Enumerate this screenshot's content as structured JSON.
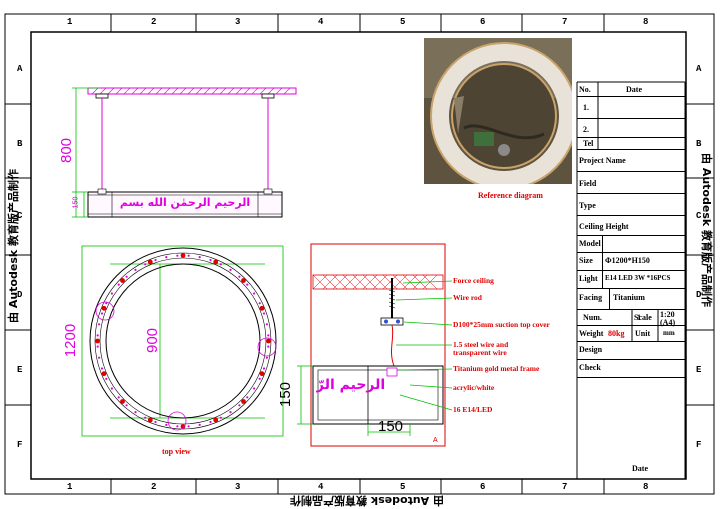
{
  "grid": {
    "columns": [
      "1",
      "2",
      "3",
      "4",
      "5",
      "6",
      "7",
      "8"
    ],
    "rows": [
      "A",
      "B",
      "C",
      "D",
      "E",
      "F"
    ]
  },
  "watermark": {
    "left": "由 Autodesk 教育版产品制作",
    "right": "由 Autodesk 教育版产品制作",
    "bottom": "由 Autodesk 教育版产品制作"
  },
  "elevation": {
    "height_dim": "800",
    "panel_dim": "150",
    "arabic_text": "الرحيم الرحمٰن الله بسم"
  },
  "plan": {
    "outer_dim": "1200",
    "inner_dim": "900",
    "caption": "top view"
  },
  "section": {
    "height_dim": "150",
    "width_dim": "150",
    "corner_label": "A",
    "arabic_text": "الرحيم الرّ",
    "notes": [
      "Force ceiling",
      "Wire rod",
      "D100*25mm suction top cover",
      "1.5 steel wire and\ntransparent wire",
      "Titanium gold metal frame",
      "acrylic/white",
      "16 E14/LED"
    ]
  },
  "reference": {
    "caption": "Reference diagram"
  },
  "title_block": {
    "no_label": "No.",
    "date_label": "Date",
    "row1": "1.",
    "row2": "2.",
    "tel_label": "Tel",
    "project_name": "Project Name",
    "field": "Field",
    "type": "Type",
    "ceiling_height": "Ceiling Height",
    "model": "Model",
    "size_label": "Size",
    "size_value": "Φ1200*H150",
    "light_label": "Light",
    "light_value": "E14 LED 3W *16PCS",
    "facing_label": "Facing",
    "facing_value": "Titanium",
    "num_label": "Num.",
    "num_value": "1",
    "scale_label": "Scale",
    "scale_value": "1:20",
    "scale_sheet": "(A4)",
    "weight_label": "Weight",
    "weight_value": "80kg",
    "unit_label": "Unit",
    "unit_value": "mm",
    "design": "Design",
    "check": "Check",
    "date_bottom": "Date"
  },
  "colors": {
    "magenta": "#e000e0",
    "green": "#00c000",
    "red": "#e00000",
    "frame": "#000000"
  }
}
